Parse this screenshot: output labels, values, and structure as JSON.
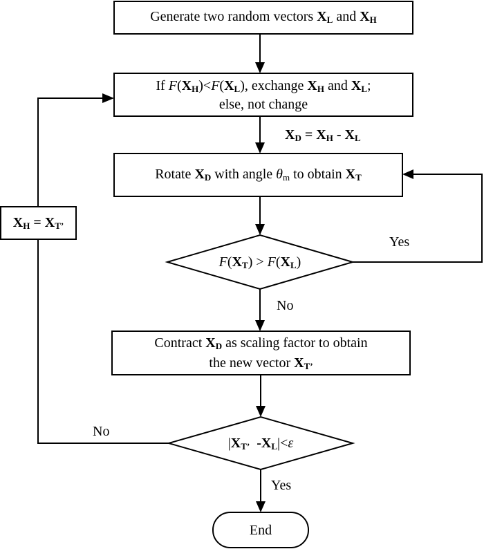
{
  "diagram": {
    "type": "flowchart",
    "nodes": {
      "generate": {
        "kind": "process",
        "parts": [
          "Generate two random vectors ",
          "X",
          "L",
          " and ",
          "X",
          "H"
        ]
      },
      "exchange": {
        "kind": "process",
        "line1": [
          "If ",
          "F",
          "(",
          "X",
          "H",
          ")<",
          "F",
          "(",
          "X",
          "L",
          "), exchange ",
          "X",
          "H",
          " and ",
          "X",
          "L",
          ";"
        ],
        "line2": "else, not change"
      },
      "rotate": {
        "kind": "process",
        "parts": [
          "Rotate ",
          "X",
          "D",
          " with angle ",
          "θ",
          "m",
          " to obtain ",
          "X",
          "T"
        ]
      },
      "compare": {
        "kind": "decision",
        "parts": [
          "F",
          "(",
          "X",
          "T",
          ") > ",
          "F",
          "(",
          "X",
          "L",
          ")"
        ]
      },
      "contract": {
        "kind": "process",
        "line1": [
          "Contract ",
          "X",
          "D",
          " as scaling factor  to obtain"
        ],
        "line2": [
          "the new vector ",
          "X",
          "T’"
        ]
      },
      "converge": {
        "kind": "decision",
        "parts": [
          "|",
          "X",
          "T’",
          "  -",
          "X",
          "L",
          "|<",
          "ε"
        ]
      },
      "update": {
        "kind": "process",
        "parts": [
          "X",
          "H",
          " = ",
          "X",
          "T’"
        ]
      },
      "end": {
        "kind": "terminator",
        "label": "End"
      }
    },
    "edge_labels": {
      "xd_formula": [
        "X",
        "D",
        " = ",
        "X",
        "H",
        " - ",
        "X",
        "L"
      ],
      "compare_yes": "Yes",
      "compare_no": "No",
      "converge_no": "No",
      "converge_yes": "Yes"
    },
    "edges": [
      {
        "from": "generate",
        "to": "exchange"
      },
      {
        "from": "exchange",
        "to": "rotate",
        "label": "xd_formula"
      },
      {
        "from": "rotate",
        "to": "compare"
      },
      {
        "from": "compare",
        "to": "rotate",
        "label": "Yes"
      },
      {
        "from": "compare",
        "to": "contract",
        "label": "No"
      },
      {
        "from": "contract",
        "to": "converge"
      },
      {
        "from": "converge",
        "to": "update",
        "label": "No"
      },
      {
        "from": "update",
        "to": "exchange"
      },
      {
        "from": "converge",
        "to": "end",
        "label": "Yes"
      }
    ]
  }
}
